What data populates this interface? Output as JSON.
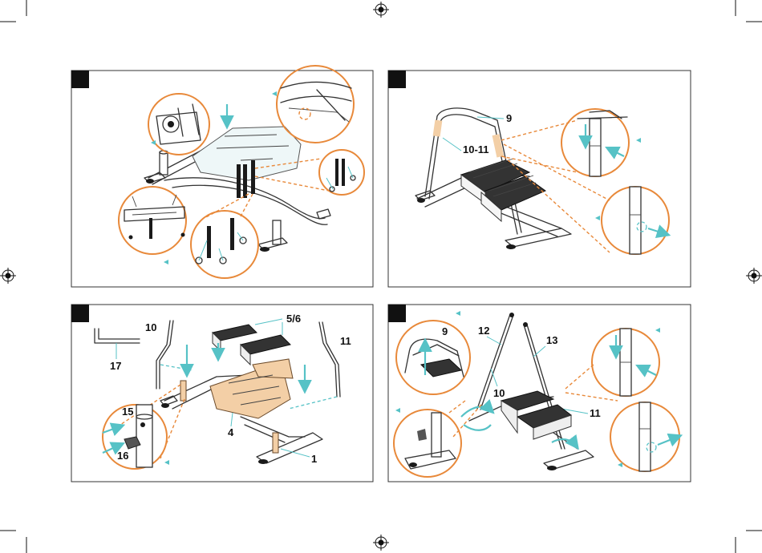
{
  "colors": {
    "accent": "#e8893a",
    "arrow": "#56c2c6",
    "ink": "#1a1a1a"
  },
  "panel1": {
    "labels": []
  },
  "panel2": {
    "labels": {
      "handlebar": "9",
      "poles": "10-11"
    }
  },
  "panel3": {
    "labels": {
      "pole_left": "10",
      "pole_right": "11",
      "pedals": "5/6",
      "knob_screw": "15",
      "knob": "16",
      "allen_key": "17",
      "cover": "4",
      "base": "1"
    }
  },
  "panel4": {
    "labels": {
      "handlebar": "9",
      "pole_a": "12",
      "pole_b": "13",
      "pole_c": "10",
      "pole_d": "11"
    }
  },
  "icons": [
    "registration-mark-icon",
    "crop-mark-icon",
    "arrow-icon"
  ]
}
